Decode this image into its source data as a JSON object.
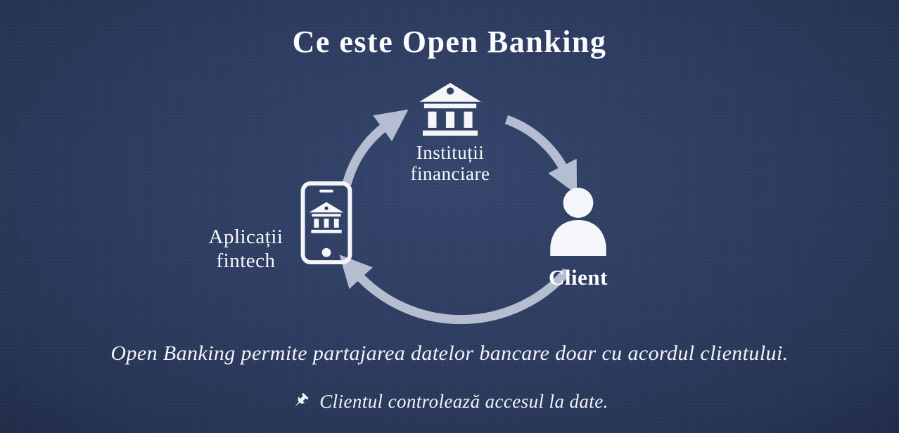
{
  "slide": {
    "title": "Ce este Open Banking",
    "caption": "Open Banking permite partajarea datelor bancare doar cu acordul clientului.",
    "note": "Clientul controlează accesul la date."
  },
  "diagram": {
    "bank": {
      "line1": "Instituții",
      "line2": "financiare"
    },
    "client": {
      "label": "Client"
    },
    "fintech": {
      "line1": "Aplicații",
      "line2": "fintech"
    }
  },
  "icons": {
    "bank": "bank-icon",
    "client": "person-icon",
    "fintech": "smartphone-bank-icon",
    "note": "pushpin-icon",
    "cycle": "cycle-arrows"
  },
  "colors": {
    "background": "#2d3c60",
    "text": "#ffffff",
    "arrow": "#c4ccdc"
  }
}
